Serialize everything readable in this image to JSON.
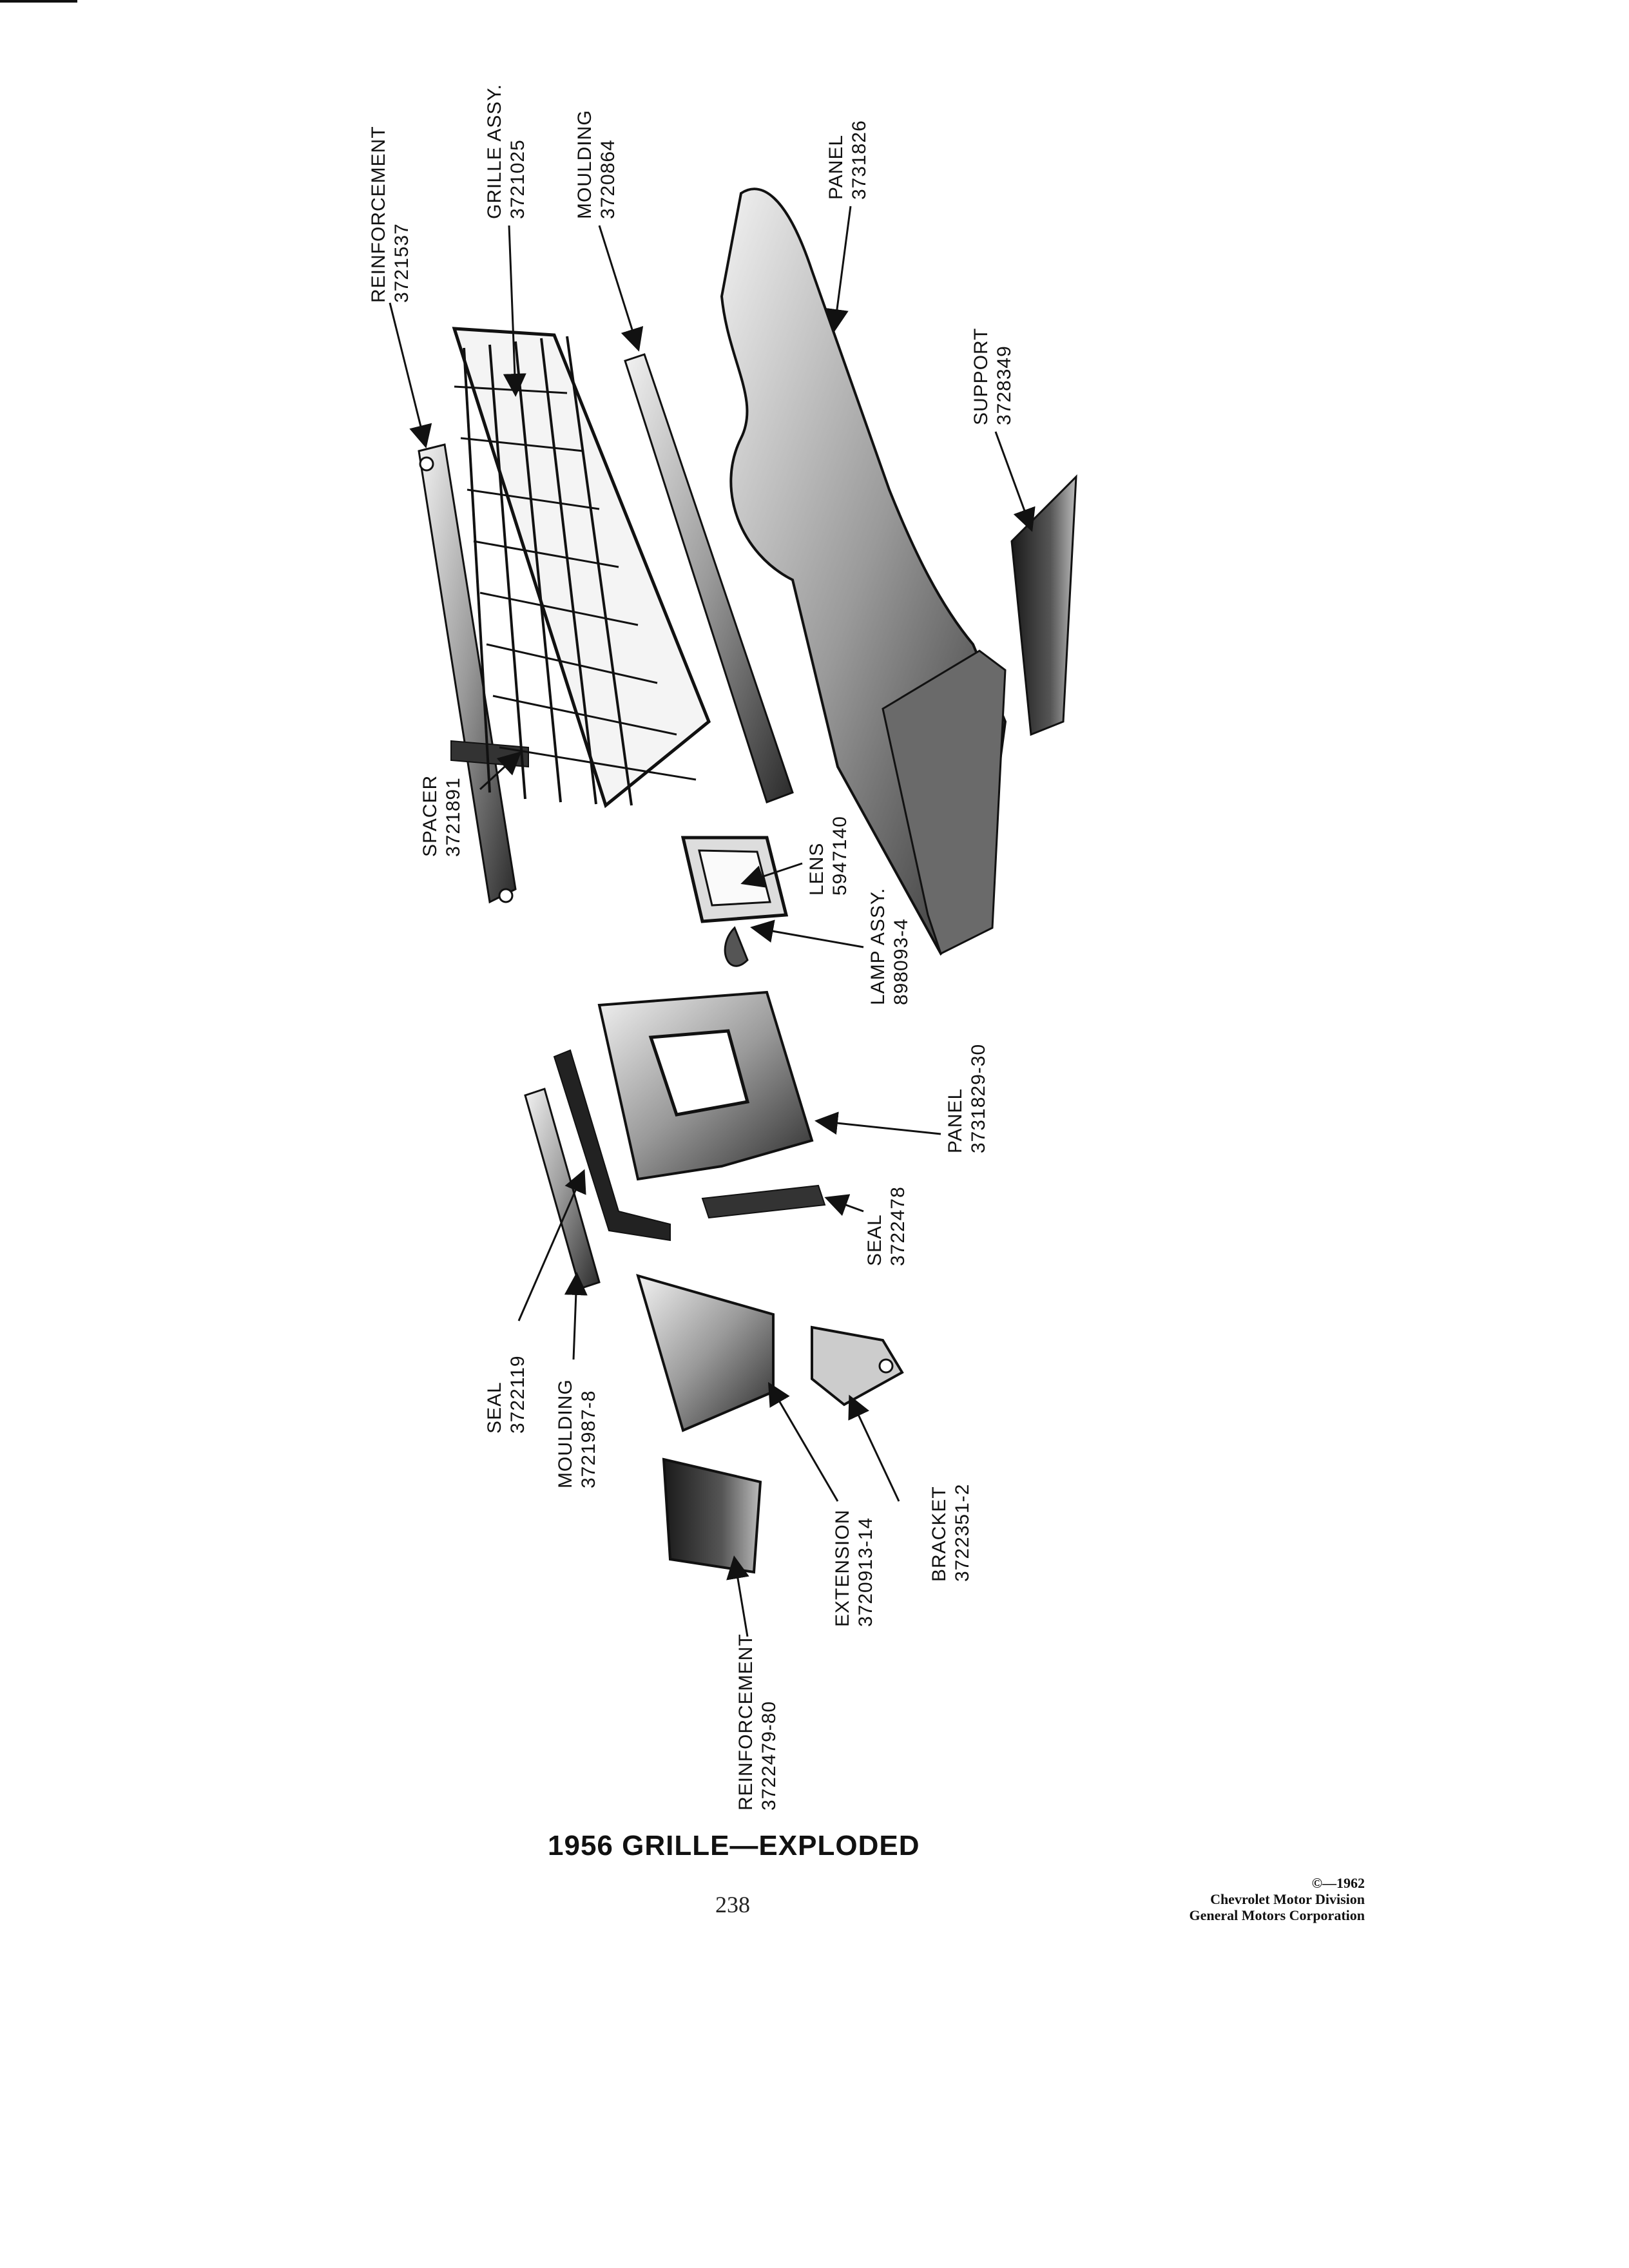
{
  "callouts": {
    "reinforcement_top": {
      "name": "REINFORCEMENT",
      "number": "3721537"
    },
    "grille_assy": {
      "name": "GRILLE ASSY.",
      "number": "3721025"
    },
    "moulding_top": {
      "name": "MOULDING",
      "number": "3720864"
    },
    "panel_top": {
      "name": "PANEL",
      "number": "3731826"
    },
    "support": {
      "name": "SUPPORT",
      "number": "3728349"
    },
    "spacer": {
      "name": "SPACER",
      "number": "3721891"
    },
    "lens": {
      "name": "LENS",
      "number": "5947140"
    },
    "lamp_assy": {
      "name": "LAMP ASSY.",
      "number": "898093-4"
    },
    "panel_mid": {
      "name": "PANEL",
      "number": "3731829-30"
    },
    "seal_mid": {
      "name": "SEAL",
      "number": "3722478"
    },
    "seal_left": {
      "name": "SEAL",
      "number": "3722119"
    },
    "moulding_left": {
      "name": "MOULDING",
      "number": "3721987-8"
    },
    "extension": {
      "name": "EXTENSION",
      "number": "3720913-14"
    },
    "bracket": {
      "name": "BRACKET",
      "number": "3722351-2"
    },
    "reinforcement_bottom": {
      "name": "REINFORCEMENT",
      "number": "3722479-80"
    }
  },
  "caption": "1956 GRILLE—EXPLODED",
  "page_number": "238",
  "copyright": {
    "line1": "©—1962",
    "line2": "Chevrolet Motor Division",
    "line3": "General Motors Corporation"
  }
}
